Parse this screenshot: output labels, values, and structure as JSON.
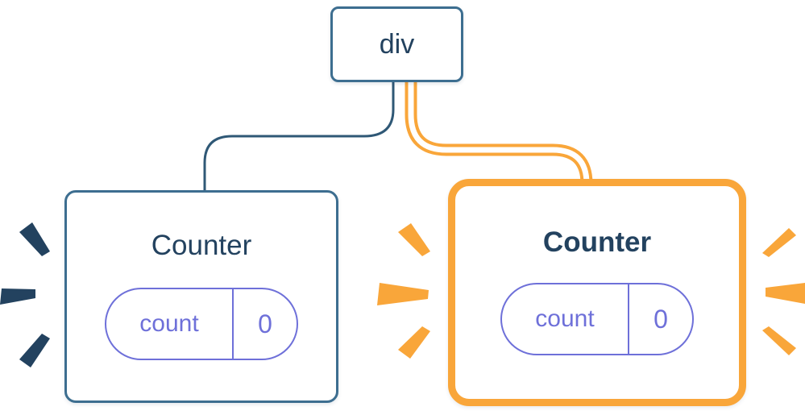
{
  "root_node": {
    "label": "div"
  },
  "counters": [
    {
      "label": "Counter",
      "highlighted": false,
      "state": {
        "key": "count",
        "value": "0"
      }
    },
    {
      "label": "Counter",
      "highlighted": true,
      "state": {
        "key": "count",
        "value": "0"
      }
    }
  ],
  "colors": {
    "navy": "#23425F",
    "node_border": "#3D6E90",
    "edge_blue": "#2F5876",
    "orange": "#F9A63A",
    "orange_inner": "#FFFFFF",
    "purple": "#6E70D9",
    "background": "#FFFFFF"
  }
}
